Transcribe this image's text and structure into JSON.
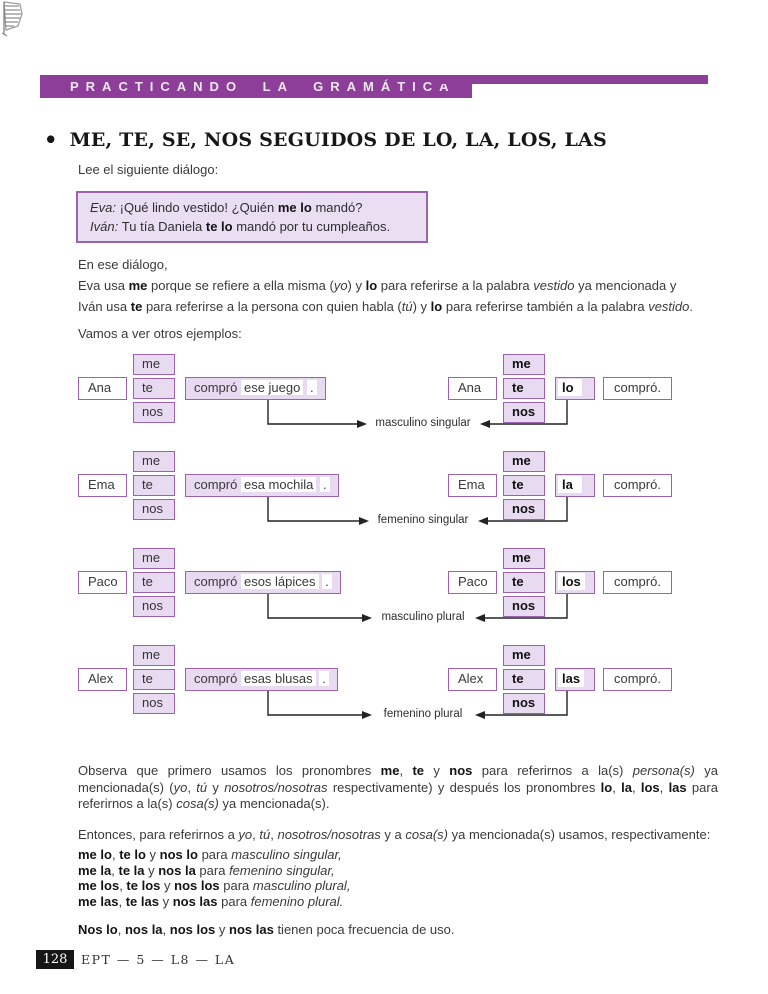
{
  "meta": {
    "accent_purple": "#8C3E99",
    "box_fill_lavender": "#E8DAF0",
    "box_border_purple": "#9C63AD",
    "footer_box_black": "#161616"
  },
  "header": {
    "banner": "PRACTICANDO LA GRAMÁTICA"
  },
  "title": {
    "bullet": "•",
    "text": "ME, TE, SE, NOS SEGUIDOS DE LO, LA, LOS, LAS"
  },
  "intro_line": "Lee el siguiente diálogo:",
  "dialog": {
    "lines": [
      {
        "runs": [
          {
            "t": "Eva: ",
            "i": 1
          },
          {
            "t": "¡Qué lindo vestido! ¿Quién "
          },
          {
            "t": "me lo",
            "b": 1
          },
          {
            "t": " mandó?"
          }
        ]
      },
      {
        "runs": [
          {
            "t": "Iván: ",
            "i": 1
          },
          {
            "t": "Tu tía Daniela "
          },
          {
            "t": "te lo",
            "b": 1
          },
          {
            "t": " mandó por tu cumpleaños."
          }
        ]
      }
    ]
  },
  "explanation": {
    "runs": [
      {
        "t": "En ese diálogo,"
      },
      {
        "br": 1
      },
      {
        "t": "Eva usa "
      },
      {
        "t": "me",
        "b": 1
      },
      {
        "t": " porque se refiere a ella misma ("
      },
      {
        "t": "yo",
        "i": 1
      },
      {
        "t": ") y "
      },
      {
        "t": "lo",
        "b": 1
      },
      {
        "t": " para referirse a la palabra "
      },
      {
        "t": "vestido",
        "i": 1
      },
      {
        "t": " ya mencionada y"
      },
      {
        "br": 1
      },
      {
        "t": "Iván usa "
      },
      {
        "t": "te",
        "b": 1
      },
      {
        "t": " para referirse a la persona con quien habla ("
      },
      {
        "t": "tú",
        "i": 1
      },
      {
        "t": ") y "
      },
      {
        "t": "lo",
        "b": 1
      },
      {
        "t": " para referirse también a la palabra "
      },
      {
        "t": "vestido",
        "i": 1
      },
      {
        "t": "."
      }
    ]
  },
  "examples_intro": "Vamos a ver otros ejemplos:",
  "examples": {
    "pronouns": [
      "me",
      "te",
      "nos"
    ],
    "rows": [
      {
        "name": "Ana",
        "sentence": [
          {
            "t": "compró "
          },
          {
            "t": "ese juego",
            "hl": 1
          },
          {
            "t": " "
          },
          {
            "t": ".",
            "hl": 1
          }
        ],
        "object": "lo",
        "verb": "compró.",
        "label": "masculino singular"
      },
      {
        "name": "Ema",
        "sentence": [
          {
            "t": "compró "
          },
          {
            "t": "esa mochila",
            "hl": 1
          },
          {
            "t": " "
          },
          {
            "t": ".",
            "hl": 1
          }
        ],
        "object": "la",
        "verb": "compró.",
        "label": "femenino singular"
      },
      {
        "name": "Paco",
        "sentence": [
          {
            "t": "compró "
          },
          {
            "t": "esos lápices",
            "hl": 1
          },
          {
            "t": " "
          },
          {
            "t": ".",
            "hl": 1
          }
        ],
        "object": "los",
        "verb": "compró.",
        "label": "masculino plural"
      },
      {
        "name": "Alex",
        "sentence": [
          {
            "t": "compró "
          },
          {
            "t": "esas blusas",
            "hl": 1
          },
          {
            "t": " "
          },
          {
            "t": ".",
            "hl": 1
          }
        ],
        "object": "las",
        "verb": "compró.",
        "label": "femenino plural"
      }
    ]
  },
  "observation": {
    "runs": [
      {
        "t": "Observa que primero usamos los pronombres "
      },
      {
        "t": "me",
        "b": 1
      },
      {
        "t": ", "
      },
      {
        "t": "te",
        "b": 1
      },
      {
        "t": " y "
      },
      {
        "t": "nos",
        "b": 1
      },
      {
        "t": " para referirnos a la(s) "
      },
      {
        "t": "persona(s)",
        "i": 1
      },
      {
        "t": " ya mencionada(s) ("
      },
      {
        "t": "yo",
        "i": 1
      },
      {
        "t": ", "
      },
      {
        "t": "tú",
        "i": 1
      },
      {
        "t": " y "
      },
      {
        "t": "nosotros/nosotras",
        "i": 1
      },
      {
        "t": " respectivamente) y después los pronombres "
      },
      {
        "t": "lo",
        "b": 1
      },
      {
        "t": ", "
      },
      {
        "t": "la",
        "b": 1
      },
      {
        "t": ", "
      },
      {
        "t": "los",
        "b": 1
      },
      {
        "t": ", "
      },
      {
        "t": "las",
        "b": 1
      },
      {
        "t": " para referirnos a la(s) "
      },
      {
        "t": "cosa(s)",
        "i": 1
      },
      {
        "t": " ya mencionada(s)."
      }
    ]
  },
  "entonces": {
    "runs": [
      {
        "t": "Entonces, para referirnos a "
      },
      {
        "t": "yo",
        "i": 1
      },
      {
        "t": ", "
      },
      {
        "t": "tú",
        "i": 1
      },
      {
        "t": ", "
      },
      {
        "t": "nosotros/nosotras",
        "i": 1
      },
      {
        "t": " y a "
      },
      {
        "t": "cosa(s)",
        "i": 1
      },
      {
        "t": " ya mencionada(s) usamos, respectivamente:"
      }
    ]
  },
  "combinations": [
    {
      "runs": [
        {
          "t": "me lo",
          "b": 1
        },
        {
          "t": ", "
        },
        {
          "t": "te lo",
          "b": 1
        },
        {
          "t": " y "
        },
        {
          "t": "nos lo",
          "b": 1
        },
        {
          "t": " para "
        },
        {
          "t": "masculino singular,",
          "i": 1
        }
      ]
    },
    {
      "runs": [
        {
          "t": "me la",
          "b": 1
        },
        {
          "t": ", "
        },
        {
          "t": "te la",
          "b": 1
        },
        {
          "t": " y "
        },
        {
          "t": "nos la",
          "b": 1
        },
        {
          "t": " para "
        },
        {
          "t": "femenino singular,",
          "i": 1
        }
      ]
    },
    {
      "runs": [
        {
          "t": "me los",
          "b": 1
        },
        {
          "t": ", "
        },
        {
          "t": "te los",
          "b": 1
        },
        {
          "t": " y "
        },
        {
          "t": "nos los",
          "b": 1
        },
        {
          "t": " para "
        },
        {
          "t": "masculino plural,",
          "i": 1
        }
      ]
    },
    {
      "runs": [
        {
          "t": "me las",
          "b": 1
        },
        {
          "t": ", "
        },
        {
          "t": "te las",
          "b": 1
        },
        {
          "t": " y "
        },
        {
          "t": "nos las",
          "b": 1
        },
        {
          "t": " para "
        },
        {
          "t": "femenino plural.",
          "i": 1
        }
      ]
    }
  ],
  "note": {
    "runs": [
      {
        "t": "Nos lo",
        "b": 1
      },
      {
        "t": ", "
      },
      {
        "t": "nos la",
        "b": 1
      },
      {
        "t": ", "
      },
      {
        "t": "nos los",
        "b": 1
      },
      {
        "t": " y "
      },
      {
        "t": "nos las",
        "b": 1
      },
      {
        "t": " tienen poca frecuencia de uso."
      }
    ]
  },
  "footer": {
    "page_number": "128",
    "edition_code": "EPT — 5 — L8 — LA"
  }
}
